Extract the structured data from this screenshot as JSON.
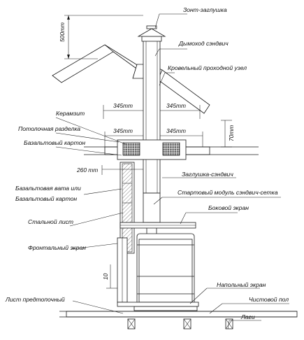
{
  "labels": {
    "umbrella_cap": "Зонт-заглушка",
    "chimney_sandwich": "Дымоход сэндвич",
    "roof_pass_through": "Кровельный проходной узел",
    "expanded_clay": "Керамзит",
    "ceiling_cutout": "Потолочная разделка",
    "basalt_cardboard_top": "Базальтовый картон",
    "sandwich_plug": "Заглушка-сэндвич",
    "basalt_wool_or_1": "Базальтовая вата или",
    "basalt_wool_or_2": "Базальтовый картон",
    "start_module": "Стартовый модуль сэндвич-сетка",
    "side_screen": "Боковой экран",
    "steel_sheet": "Стальной лист",
    "front_screen": "Фронтальный экран",
    "floor_screen": "Напольный экран",
    "prefurnace_sheet": "Лист предтопочный",
    "finish_floor": "Чистовой пол",
    "joists": "Лаги"
  },
  "dimensions": {
    "d500": "500mm",
    "d345_roof_left": "345mm",
    "d345_roof_right": "345mm",
    "d345_ceiling_left": "345mm",
    "d345_ceiling_right": "345mm",
    "d70": "70mm",
    "d260": "260 mm",
    "d10": "10"
  },
  "colors": {
    "line": "#1a1a1a",
    "background": "#ffffff"
  }
}
